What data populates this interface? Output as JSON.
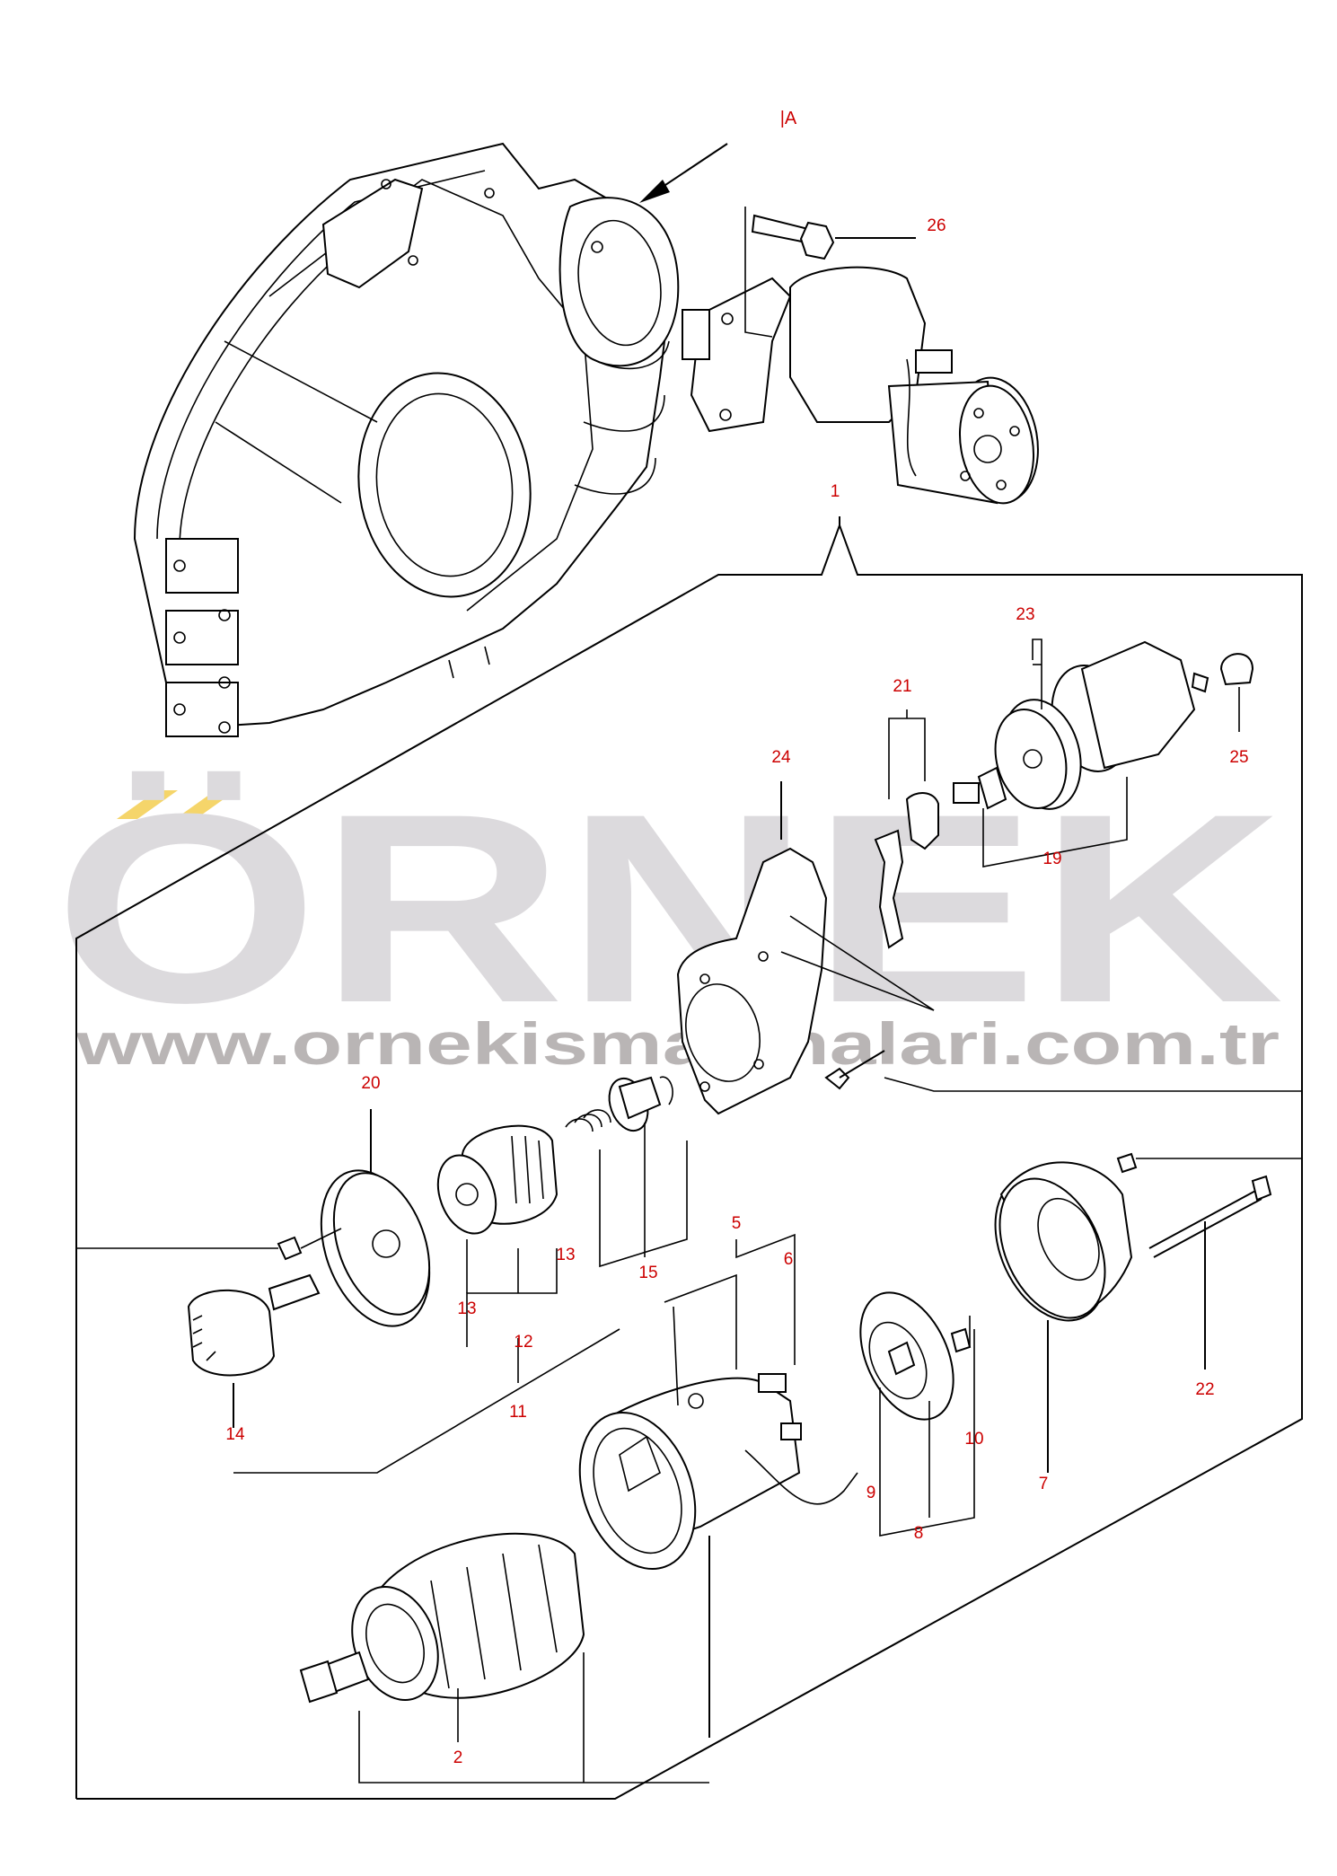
{
  "view_label": "|A",
  "watermark": {
    "logo_text": "ÖRNEK",
    "url": "www.ornekismakinalari.com.tr",
    "logo_color": "#dcdadd",
    "accent_color": "#f5d56a",
    "url_color": "#b9b5b5"
  },
  "callouts": {
    "p1": "1",
    "p2": "2",
    "p5": "5",
    "p6": "6",
    "p7": "7",
    "p8": "8",
    "p9": "9",
    "p10": "10",
    "p11": "11",
    "p12": "12",
    "p13a": "13",
    "p13b": "13",
    "p14": "14",
    "p15": "15",
    "p19": "19",
    "p20": "20",
    "p21": "21",
    "p22": "22",
    "p23": "23",
    "p24": "24",
    "p25": "25",
    "p26": "26"
  },
  "colors": {
    "callout": "#cc0000",
    "line": "#000000"
  }
}
